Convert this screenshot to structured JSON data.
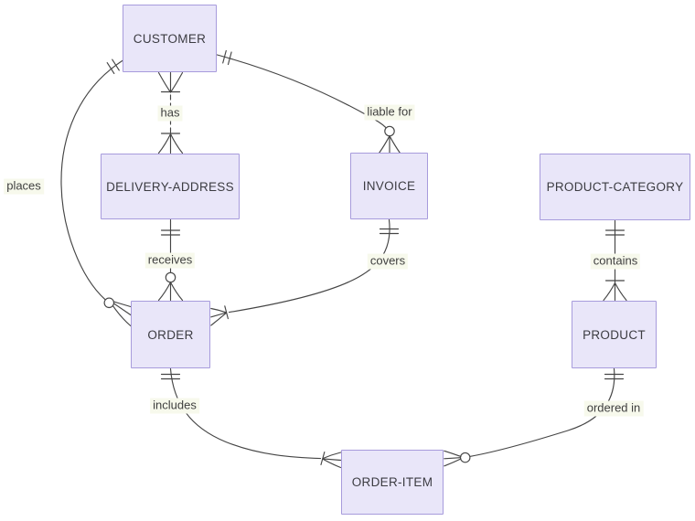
{
  "diagram": {
    "title": "order entity-relationship diagram",
    "colors": {
      "background": "#FFFFFF",
      "entity_fill": "#E9E6F9",
      "entity_border": "#A79BDC",
      "connector_line": "#454545",
      "label_background": "#F7F9EC",
      "text": "#3C3C42"
    }
  },
  "entities": {
    "customer": {
      "label": "CUSTOMER"
    },
    "delivery_address": {
      "label": "DELIVERY-ADDRESS"
    },
    "invoice": {
      "label": "INVOICE"
    },
    "product_category": {
      "label": "PRODUCT-CATEGORY"
    },
    "order": {
      "label": "ORDER"
    },
    "product": {
      "label": "PRODUCT"
    },
    "order_item": {
      "label": "ORDER-ITEM"
    }
  },
  "relationships": {
    "has": {
      "label": "has"
    },
    "liable_for": {
      "label": "liable for"
    },
    "places": {
      "label": "places"
    },
    "receives": {
      "label": "receives"
    },
    "covers": {
      "label": "covers"
    },
    "contains": {
      "label": "contains"
    },
    "includes": {
      "label": "includes"
    },
    "ordered_in": {
      "label": "ordered in"
    }
  },
  "connections": [
    {
      "from": "CUSTOMER",
      "to": "DELIVERY-ADDRESS",
      "label": "has",
      "from_cardinality": "one-or-many (crowfoot+tick)",
      "to_cardinality": "one-or-many (tick+crowfoot)",
      "line_style": "dashed"
    },
    {
      "from": "CUSTOMER",
      "to": "INVOICE",
      "label": "liable for",
      "from_cardinality": "exactly-one (double tick)",
      "to_cardinality": "zero-or-many (circle+crowfoot)",
      "line_style": "solid"
    },
    {
      "from": "CUSTOMER",
      "to": "ORDER",
      "label": "places",
      "from_cardinality": "exactly-one (double tick)",
      "to_cardinality": "zero-or-many (circle+crowfoot)",
      "line_style": "solid"
    },
    {
      "from": "DELIVERY-ADDRESS",
      "to": "ORDER",
      "label": "receives",
      "from_cardinality": "exactly-one (double tick)",
      "to_cardinality": "zero-or-many (circle+crowfoot)",
      "line_style": "solid"
    },
    {
      "from": "INVOICE",
      "to": "ORDER",
      "label": "covers",
      "from_cardinality": "exactly-one (double tick)",
      "to_cardinality": "one-or-many (tick+crowfoot)",
      "line_style": "solid"
    },
    {
      "from": "PRODUCT-CATEGORY",
      "to": "PRODUCT",
      "label": "contains",
      "from_cardinality": "exactly-one (double tick)",
      "to_cardinality": "one-or-many (tick+crowfoot)",
      "line_style": "solid"
    },
    {
      "from": "ORDER",
      "to": "ORDER-ITEM",
      "label": "includes",
      "from_cardinality": "exactly-one (double tick)",
      "to_cardinality": "one-or-many (tick+crowfoot)",
      "line_style": "solid"
    },
    {
      "from": "PRODUCT",
      "to": "ORDER-ITEM",
      "label": "ordered in",
      "from_cardinality": "exactly-one (double tick)",
      "to_cardinality": "zero-or-many (circle+crowfoot)",
      "line_style": "solid"
    }
  ]
}
